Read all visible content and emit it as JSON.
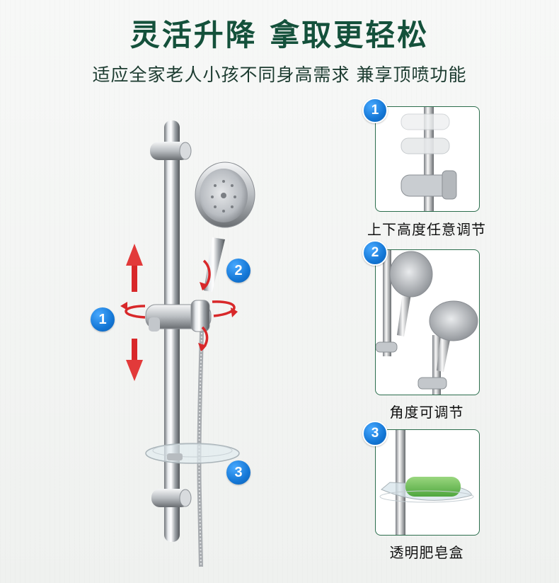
{
  "header": {
    "title": "灵活升降 拿取更轻松",
    "subtitle": "适应全家老人小孩不同身高需求 兼享顶喷功能"
  },
  "main_badges": [
    "1",
    "2",
    "3"
  ],
  "panels": [
    {
      "number": "1",
      "caption": "上下高度任意调节"
    },
    {
      "number": "2",
      "caption": "角度可调节"
    },
    {
      "number": "3",
      "caption": "透明肥皂盒"
    }
  ],
  "colors": {
    "title": "#14513b",
    "panel_border": "#2c6e4d",
    "badge": "#1477d6",
    "arrow": "#d8282a",
    "soap": "#6fbf5a"
  }
}
